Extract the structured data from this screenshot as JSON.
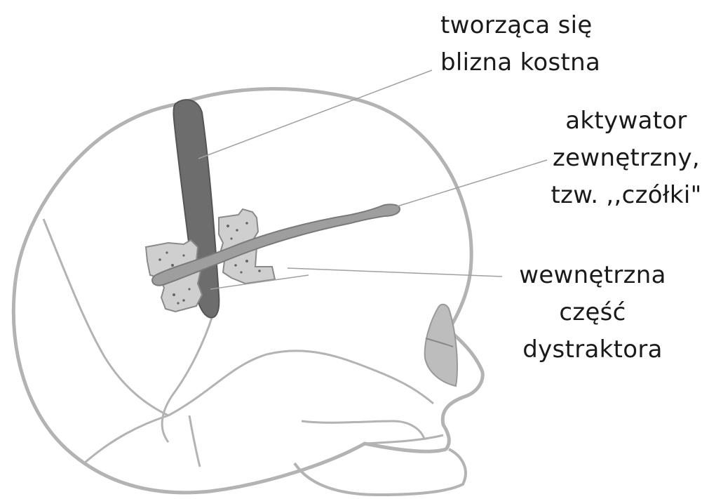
{
  "labels": {
    "scar": {
      "lines": [
        "tworząca się",
        "blizna kostna"
      ]
    },
    "activator": {
      "lines": [
        "aktywator",
        "zewnętrzny,",
        "tzw. ,,czółki\""
      ]
    },
    "internal": {
      "lines": [
        "wewnętrzna",
        "część",
        "dystraktora"
      ]
    }
  },
  "colors": {
    "outline": "#b3b3b3",
    "scar": "#6d6d6d",
    "scar_edge": "#555555",
    "plate": "#cfcfcf",
    "plate_edge": "#8a8a8a",
    "arm": "#9e9e9e",
    "arm_edge": "#7a7a7a",
    "orbit": "#bdbdbd",
    "leader": "#a0a0a0",
    "text": "#1a1a1a"
  }
}
